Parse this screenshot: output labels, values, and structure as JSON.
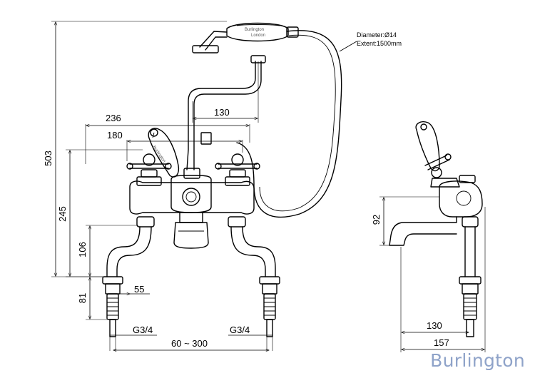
{
  "brand": {
    "logo_text": "Burlington",
    "handle_text_main": "Burlington",
    "handle_text_sub": "London",
    "lever_text_hot": "Burlington",
    "lever_text_sub": "London"
  },
  "annotation": {
    "diameter": "Diameter:Ø14",
    "extent": "Extent:1500mm"
  },
  "dimensions": {
    "overall_height": "503",
    "handset_reach": "130",
    "outer_width": "236",
    "inner_width": "180",
    "handle_height": "245",
    "spout_height": "106",
    "shank_length": "81",
    "shank_extent": "55",
    "thread_left": "G3/4",
    "thread_right": "G3/4",
    "centres": "60 ~ 300",
    "side_height": "92",
    "side_projection": "130",
    "side_depth": "157"
  },
  "colors": {
    "line": "#000000",
    "logo": "#8fa3c9"
  }
}
